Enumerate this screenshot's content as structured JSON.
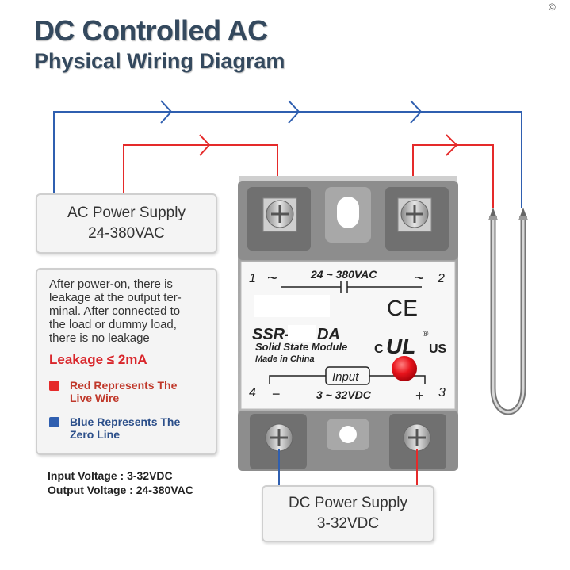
{
  "title": {
    "line1": "DC Controlled AC",
    "line2": "Physical Wiring Diagram"
  },
  "ac_supply": {
    "name": "AC Power Supply",
    "voltage": "24-380VAC"
  },
  "info": {
    "lines": [
      "After power-on, there is",
      "leakage at the output ter-",
      "minal. After connected to",
      "the load or dummy load,",
      "there is no leakage"
    ],
    "leakage": "Leakage ≤ 2mA",
    "legend": [
      {
        "color": "#e52a2a",
        "lines": [
          "Red Represents The",
          "Live Wire"
        ],
        "text_color": "#c0392b"
      },
      {
        "color": "#2f5fb0",
        "lines": [
          "Blue Represents The",
          "Zero Line"
        ],
        "text_color": "#2c4f8a"
      }
    ]
  },
  "ratings": {
    "input": "Input Voltage : 3-32VDC",
    "output": "Output Voltage : 24-380VAC"
  },
  "dc_supply": {
    "name": "DC Power Supply",
    "voltage": "3-32VDC"
  },
  "module": {
    "ac_range": "24 ~ 380VAC",
    "model_prefix": "SSR-",
    "model_suffix": "DA",
    "subtitle": "Solid State Module",
    "made_in": "Made in China",
    "input_label": "Input",
    "input_range": "3 ~ 32VDC",
    "ce_mark": "CE",
    "ul_left": "C",
    "ul_mark": "UL",
    "ul_right": "US",
    "ul_registered": "®",
    "terminal_1": "1",
    "terminal_2": "2",
    "terminal_3": "3",
    "terminal_4": "4",
    "tilde_left": "~",
    "tilde_right": "~",
    "minus_sign": "−",
    "plus_sign": "+"
  },
  "colors": {
    "live": "#e52a2a",
    "zero": "#2f5fb0",
    "title": "#34495e",
    "led": "#e8141c"
  },
  "icons": {
    "corner": "copyright-icon"
  }
}
